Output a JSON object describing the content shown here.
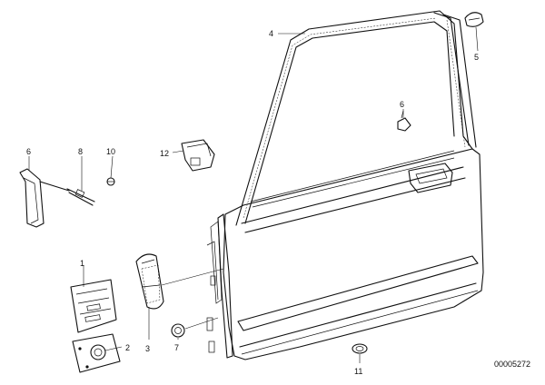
{
  "callouts": [
    {
      "label": "1"
    },
    {
      "label": "2"
    },
    {
      "label": "3"
    },
    {
      "label": "4"
    },
    {
      "label": "5"
    },
    {
      "label": "6"
    },
    {
      "label": "6"
    },
    {
      "label": "7"
    },
    {
      "label": "8"
    },
    {
      "label": "10"
    },
    {
      "label": "11"
    },
    {
      "label": "12"
    }
  ],
  "drawing_number": "00005272"
}
